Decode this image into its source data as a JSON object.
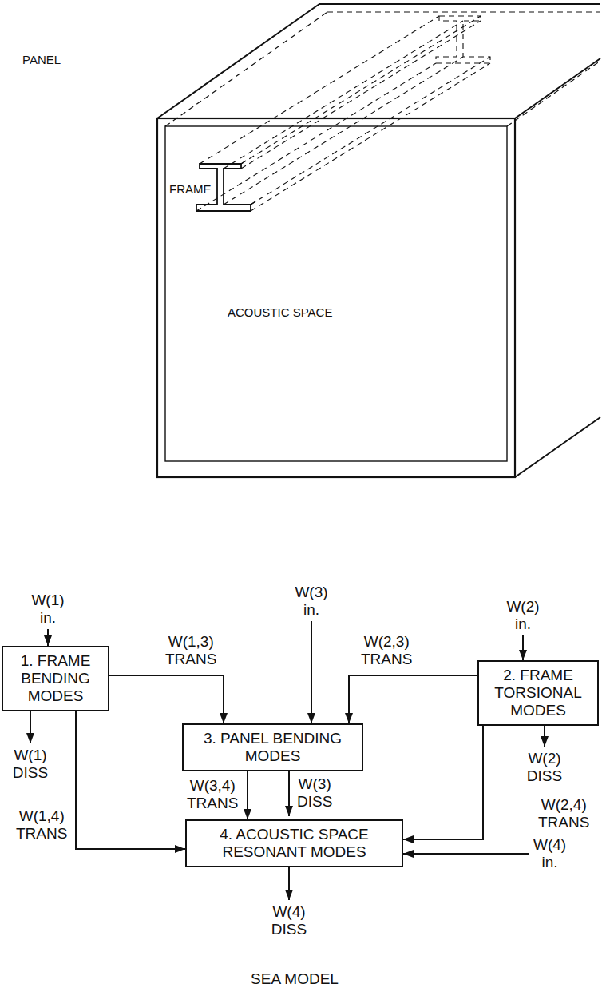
{
  "diagram": {
    "caption": "SEA MODEL",
    "nodes": [
      {
        "text": [
          "1. FRAME BENDING MODES"
        ]
      },
      {
        "text": [
          "2. FRAME TORSIONAL MODES"
        ]
      },
      {
        "text": [
          "3. PANEL BENDING MODES"
        ]
      },
      {
        "text": [
          "4. ACOUSTIC SPACE RESONANT MODES"
        ]
      }
    ],
    "edges": [
      {
        "from": 0,
        "to": 2,
        "arrow": "to",
        "label": "W(1,3) TRANS"
      },
      {
        "from": 1,
        "to": 2,
        "arrow": "to",
        "label": "W(2,3) TRANS"
      },
      {
        "from": 2,
        "to": 3,
        "arrow": "to",
        "label": "W(3,4) TRANS"
      },
      {
        "from": 0,
        "to": 3,
        "arrow": "to",
        "label": "W(1,4) TRANS"
      },
      {
        "from": 1,
        "to": 3,
        "arrow": "to",
        "label": "W(2,4) TRANS"
      }
    ],
    "labels": [
      "PANEL",
      "FRAME",
      "ACOUSTIC SPACE",
      "W(1) in.",
      "W(3) in.",
      "W(2) in.",
      "W(1) DISS",
      "W(2) DISS",
      "W(3) DISS",
      "W(4) in.",
      "W(4) DISS"
    ]
  }
}
